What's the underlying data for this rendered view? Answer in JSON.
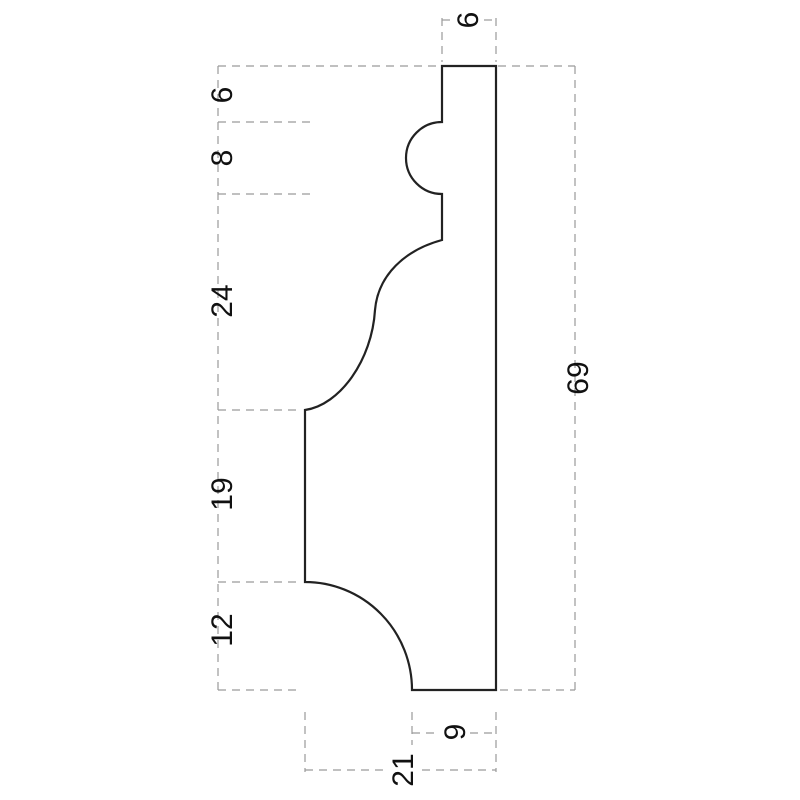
{
  "drawing": {
    "title": "Molding profile cross-section",
    "dimensions": {
      "top_width": "6",
      "overall_height": "69",
      "segment_1": "6",
      "segment_2": "8",
      "segment_3": "24",
      "segment_4": "19",
      "segment_5": "12",
      "bottom_width": "9",
      "overall_width": "21"
    },
    "colors": {
      "profile_stroke": "#222222",
      "dimension_line": "#9a9a9a",
      "background": "#ffffff"
    }
  }
}
